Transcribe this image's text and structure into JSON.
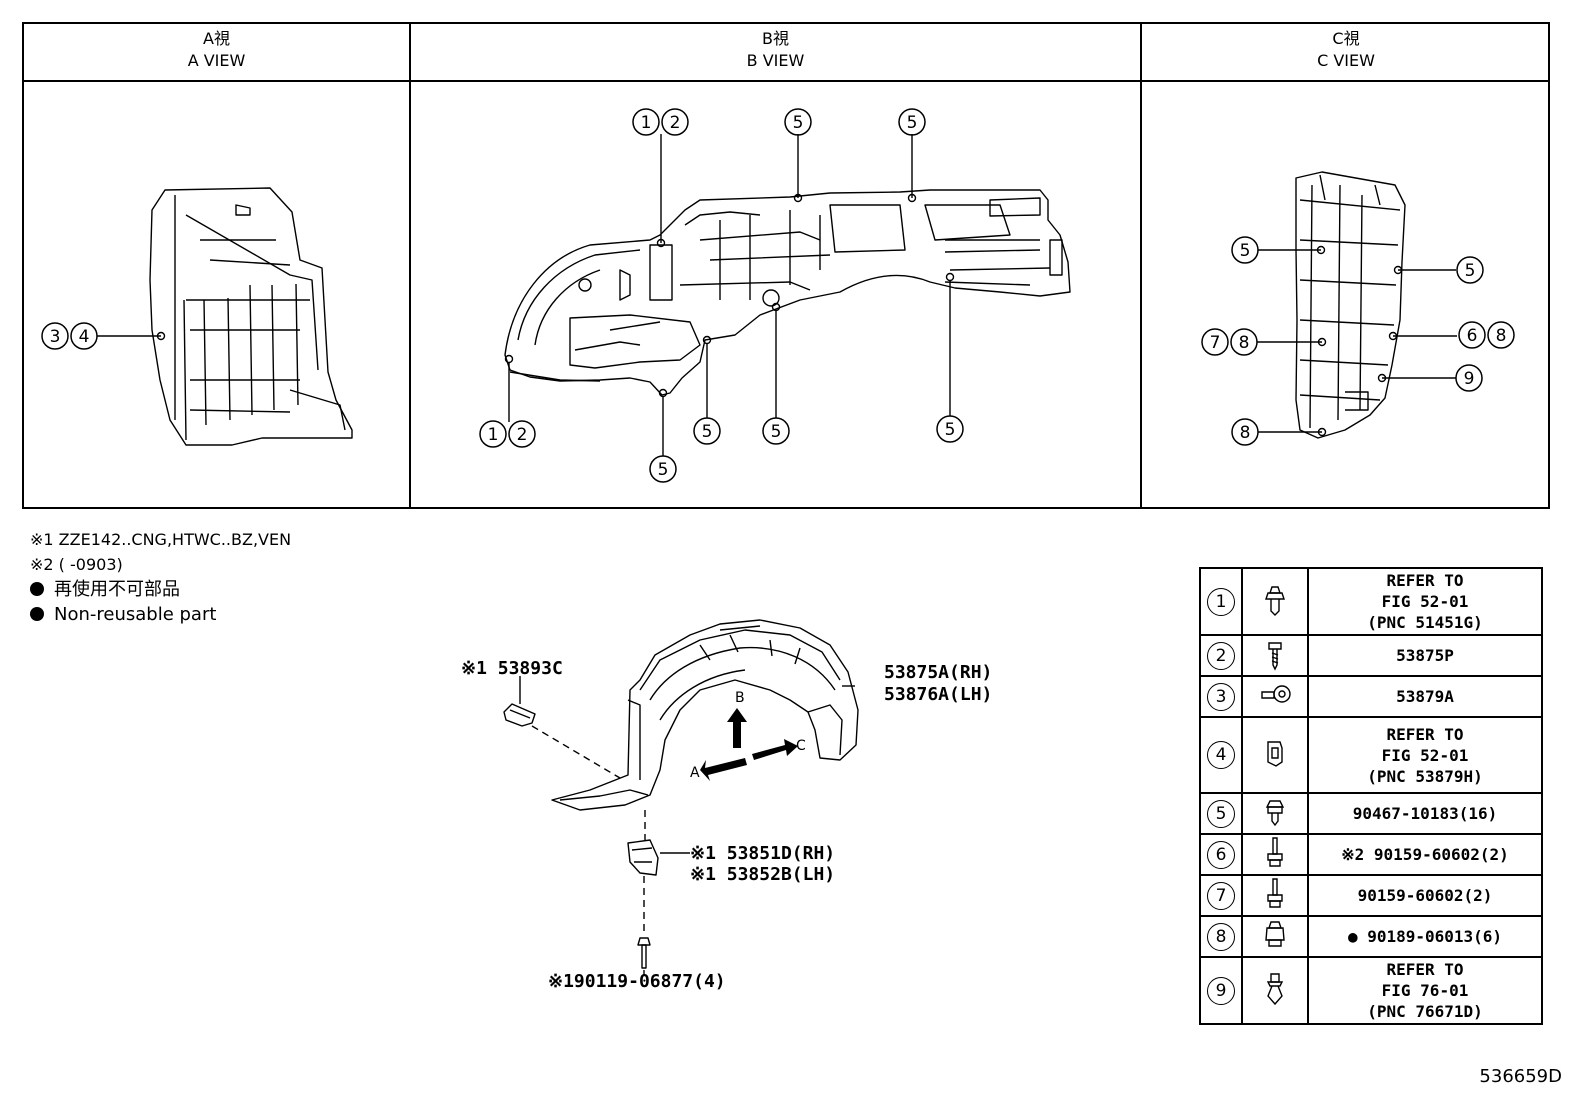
{
  "views": {
    "a": {
      "title_jp": "A視",
      "title_en": "A VIEW"
    },
    "b": {
      "title_jp": "B視",
      "title_en": "B VIEW"
    },
    "c": {
      "title_jp": "C視",
      "title_en": "C VIEW"
    }
  },
  "callouts": {
    "a_34": "③④",
    "b_12_top": "①②",
    "b_12_bot": "①②",
    "b_5": "⑤",
    "c_5": "⑤",
    "c_78": "⑦⑧",
    "c_68": "⑥⑧",
    "c_9": "⑨",
    "c_8": "⑧"
  },
  "notes": {
    "n1": "※1 ZZE142..CNG,HTWC..BZ,VEN",
    "n2": "※2 (       -0903)",
    "n3": "再使用不可部品",
    "n4": "Non-reusable part"
  },
  "parts": {
    "p53893c": "※1 53893C",
    "p53875a": "53875A(RH)",
    "p53876a": "53876A(LH)",
    "p53851d": "※1 53851D(RH)",
    "p53852b": "※1 53852B(LH)",
    "p90119": "※190119-06877(4)",
    "arrow_a": "A",
    "arrow_b": "B",
    "arrow_c": "C"
  },
  "table": [
    {
      "num": "①",
      "icon": "clip-icon",
      "text": "REFER TO\nFIG 52-01\n(PNC 51451G)"
    },
    {
      "num": "②",
      "icon": "screw-icon",
      "text": "53875P"
    },
    {
      "num": "③",
      "icon": "grommet-icon",
      "text": "53879A"
    },
    {
      "num": "④",
      "icon": "nut-clip-icon",
      "text": "REFER TO\nFIG 52-01\n(PNC 53879H)"
    },
    {
      "num": "⑤",
      "icon": "clip-icon",
      "text": "90467-10183(16)"
    },
    {
      "num": "⑥",
      "icon": "bolt-icon",
      "text": "※2 90159-60602(2)"
    },
    {
      "num": "⑦",
      "icon": "bolt-icon",
      "text": "90159-60602(2)"
    },
    {
      "num": "⑧",
      "icon": "nut-icon",
      "text": "● 90189-06013(6)"
    },
    {
      "num": "⑨",
      "icon": "push-clip-icon",
      "text": "REFER TO\nFIG 76-01\n(PNC 76671D)"
    }
  ],
  "figure_code": "536659D"
}
